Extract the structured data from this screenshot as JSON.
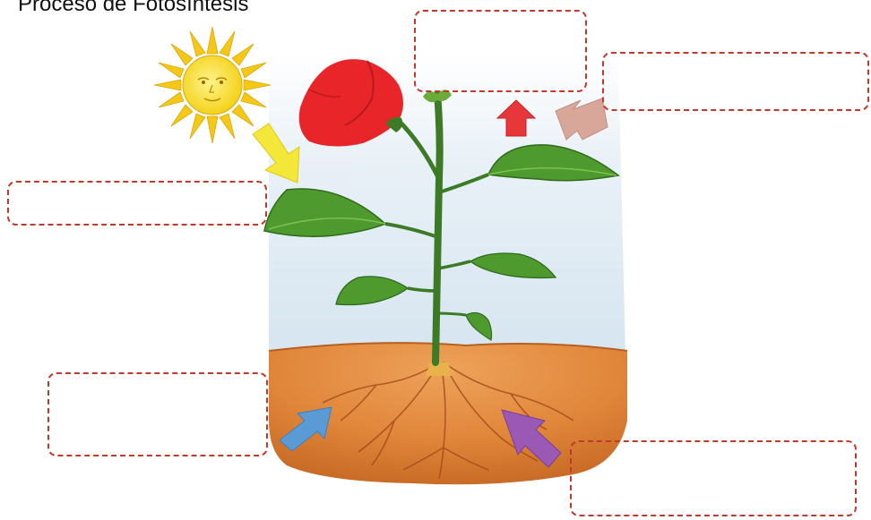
{
  "title": "Proceso de Fotosíntesis",
  "label_boxes": [
    {
      "id": "top-center",
      "text": ""
    },
    {
      "id": "top-right",
      "text": ""
    },
    {
      "id": "left-middle",
      "text": ""
    },
    {
      "id": "bottom-left",
      "text": ""
    },
    {
      "id": "bottom-right",
      "text": ""
    }
  ],
  "colors": {
    "box_border": "#c0392b",
    "sky": "#dfeaf3",
    "soil": "#e0893c",
    "leaf": "#4e9a2e",
    "stem": "#3d7a26",
    "flower": "#e8262a",
    "sun": "#f7d81c",
    "arrow_sun": "#f3e83a",
    "arrow_oxygen": "#e8373a",
    "arrow_co2": "#d8a79a",
    "arrow_water": "#5b9bd5",
    "arrow_minerals": "#9b59b6"
  }
}
